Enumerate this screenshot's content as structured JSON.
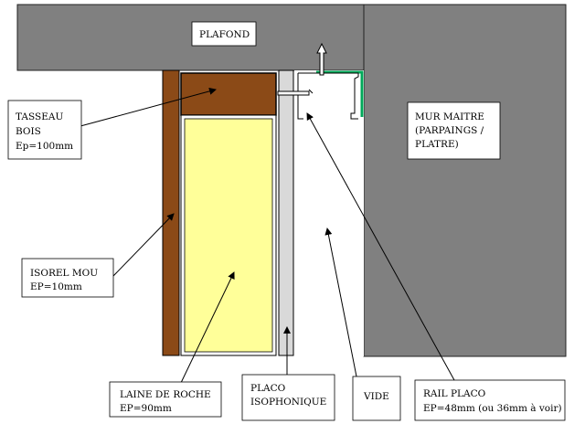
{
  "labels": {
    "plafond": "PLAFOND",
    "tasseau": [
      "TASSEAU",
      "BOIS",
      "Ep=100mm"
    ],
    "mur": [
      "MUR MAITRE",
      "(PARPAINGS /",
      "PLATRE)"
    ],
    "isorel": [
      "ISOREL MOU",
      "EP=10mm"
    ],
    "laine": [
      "LAINE DE ROCHE",
      "EP=90mm"
    ],
    "placo": [
      "PLACO",
      "ISOPHONIQUE"
    ],
    "vide": "VIDE",
    "rail": [
      "RAIL PLACO",
      "EP=48mm (ou 36mm à voir)"
    ]
  },
  "colors": {
    "concrete": "#808080",
    "wood": "#8b4a17",
    "wool": "#ffff99",
    "placo": "#d9d9d9",
    "rail": "#00a859"
  }
}
